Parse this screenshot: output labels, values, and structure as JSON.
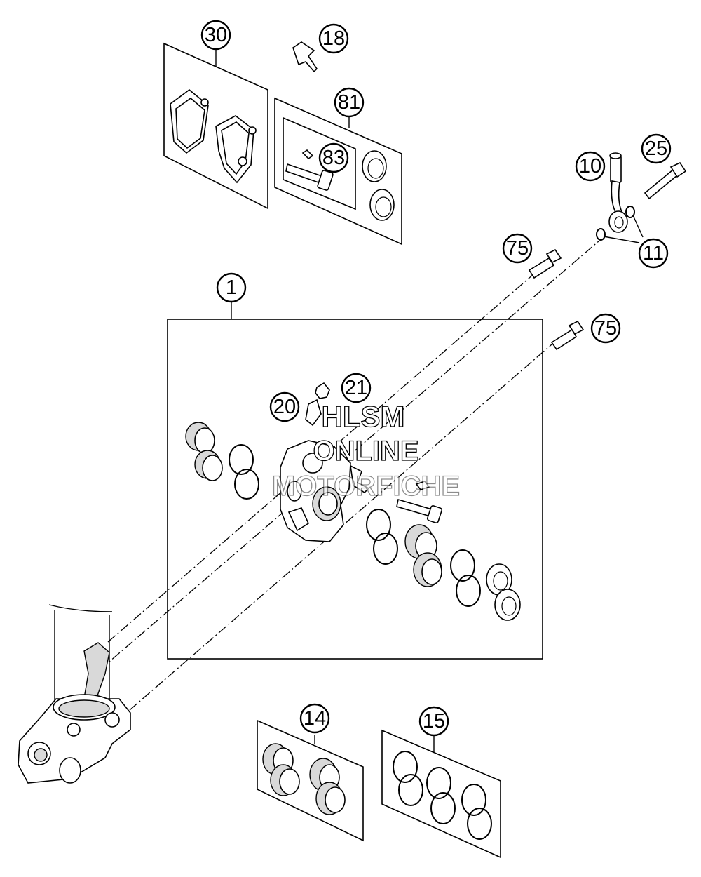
{
  "callouts": {
    "c1": "1",
    "c10": "10",
    "c11": "11",
    "c14": "14",
    "c15": "15",
    "c18": "18",
    "c20": "20",
    "c21": "21",
    "c25": "25",
    "c30": "30",
    "c75a": "75",
    "c75b": "75",
    "c81": "81",
    "c83": "83"
  },
  "watermark": {
    "line1": "HLSM",
    "line2": "ONLINE",
    "line3": "MOTORFICHE"
  }
}
